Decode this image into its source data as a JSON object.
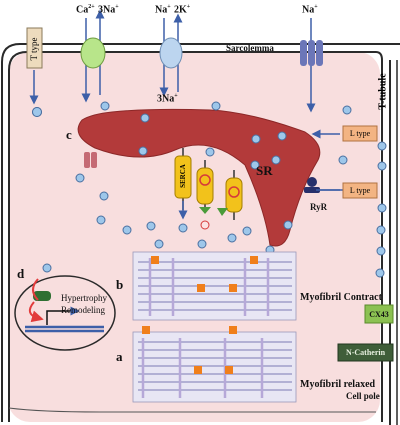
{
  "ions": {
    "ca": "Ca",
    "ca_sup": "2+",
    "na3": "3Na",
    "na3_sup": "+",
    "na": "Na",
    "na_sup": "+",
    "k2": "2K",
    "k2_sup": "+",
    "na3_bottom": "3Na",
    "na3_bottom_sup": "+",
    "na_right": "Na",
    "na_right_sup": "+"
  },
  "labels": {
    "t_type": "T type",
    "sarcolemma": "Sarcolemma",
    "t_tubule": "T-tubule",
    "c": "c",
    "serca": "SERCA",
    "sr": "SR",
    "ryr": "RyR",
    "l_type_1": "L type",
    "l_type_2": "L type",
    "b": "b",
    "a": "a",
    "d": "d",
    "hypertrophy": "Hypertrophy",
    "remodeling": "Remodeling",
    "myofibril_contract": "Myofibril Contract",
    "myofibril_relaxed": "Myofibril relaxed",
    "cx43": "CX43",
    "n_catherin": "N-Catherin",
    "cell_pole": "Cell pole"
  },
  "colors": {
    "cytoplasm": "#f8dede",
    "membrane": "#2a2a2a",
    "sr": "#b33a3a",
    "serca": "#f2c21b",
    "calcium": "#9ec7ea",
    "myofilament_box": "#e8e6f4",
    "cx43": "#8cc152",
    "ncatherin": "#3f5e39",
    "ltype": "#f3b483",
    "ttype": "#eddbbd",
    "exchanger": "#b8e58a",
    "pump": "#bcd5ef",
    "channel": "#6b76b8",
    "orange_marker": "#f07f1b"
  }
}
